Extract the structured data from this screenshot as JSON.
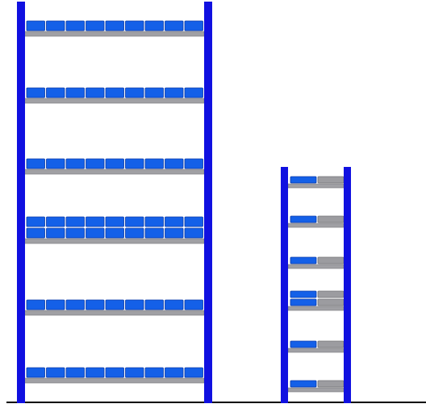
{
  "colors": {
    "upright": "#1010e0",
    "shelf": "#a0a0a4",
    "shelf_edge": "#7c7c80",
    "box_blue": "#1460e8",
    "box_blue_edge": "#0838a8",
    "box_gray": "#9c9ca0",
    "box_gray_edge": "#707074",
    "floor": "#000000",
    "background": "#ffffff"
  },
  "racks": [
    {
      "name": "tall-rack",
      "shelves": [
        {
          "rows": 1,
          "boxes": [
            "blue",
            "blue",
            "blue",
            "blue",
            "blue",
            "blue",
            "blue",
            "blue",
            "blue"
          ]
        },
        {
          "rows": 1,
          "boxes": [
            "blue",
            "blue",
            "blue",
            "blue",
            "blue",
            "blue",
            "blue",
            "blue",
            "blue"
          ]
        },
        {
          "rows": 1,
          "boxes": [
            "blue",
            "blue",
            "blue",
            "blue",
            "blue",
            "blue",
            "blue",
            "blue",
            "blue"
          ]
        },
        {
          "rows": 2,
          "boxes": [
            "blue",
            "blue",
            "blue",
            "blue",
            "blue",
            "blue",
            "blue",
            "blue",
            "blue"
          ]
        },
        {
          "rows": 1,
          "boxes": [
            "blue",
            "blue",
            "blue",
            "blue",
            "blue",
            "blue",
            "blue",
            "blue",
            "blue"
          ]
        },
        {
          "rows": 1,
          "boxes": [
            "blue",
            "blue",
            "blue",
            "blue",
            "blue",
            "blue",
            "blue",
            "blue",
            "blue"
          ]
        }
      ]
    },
    {
      "name": "short-rack",
      "shelves": [
        {
          "rows": 1,
          "boxes": [
            "blue",
            "gray"
          ]
        },
        {
          "rows": 1,
          "boxes": [
            "blue",
            "gray"
          ]
        },
        {
          "rows": 1,
          "boxes": [
            "blue",
            "gray"
          ]
        },
        {
          "rows": 2,
          "boxes": [
            "blue",
            "gray"
          ]
        },
        {
          "rows": 1,
          "boxes": [
            "blue",
            "gray"
          ]
        },
        {
          "rows": 1,
          "boxes": [
            "blue",
            "gray"
          ]
        }
      ]
    }
  ]
}
